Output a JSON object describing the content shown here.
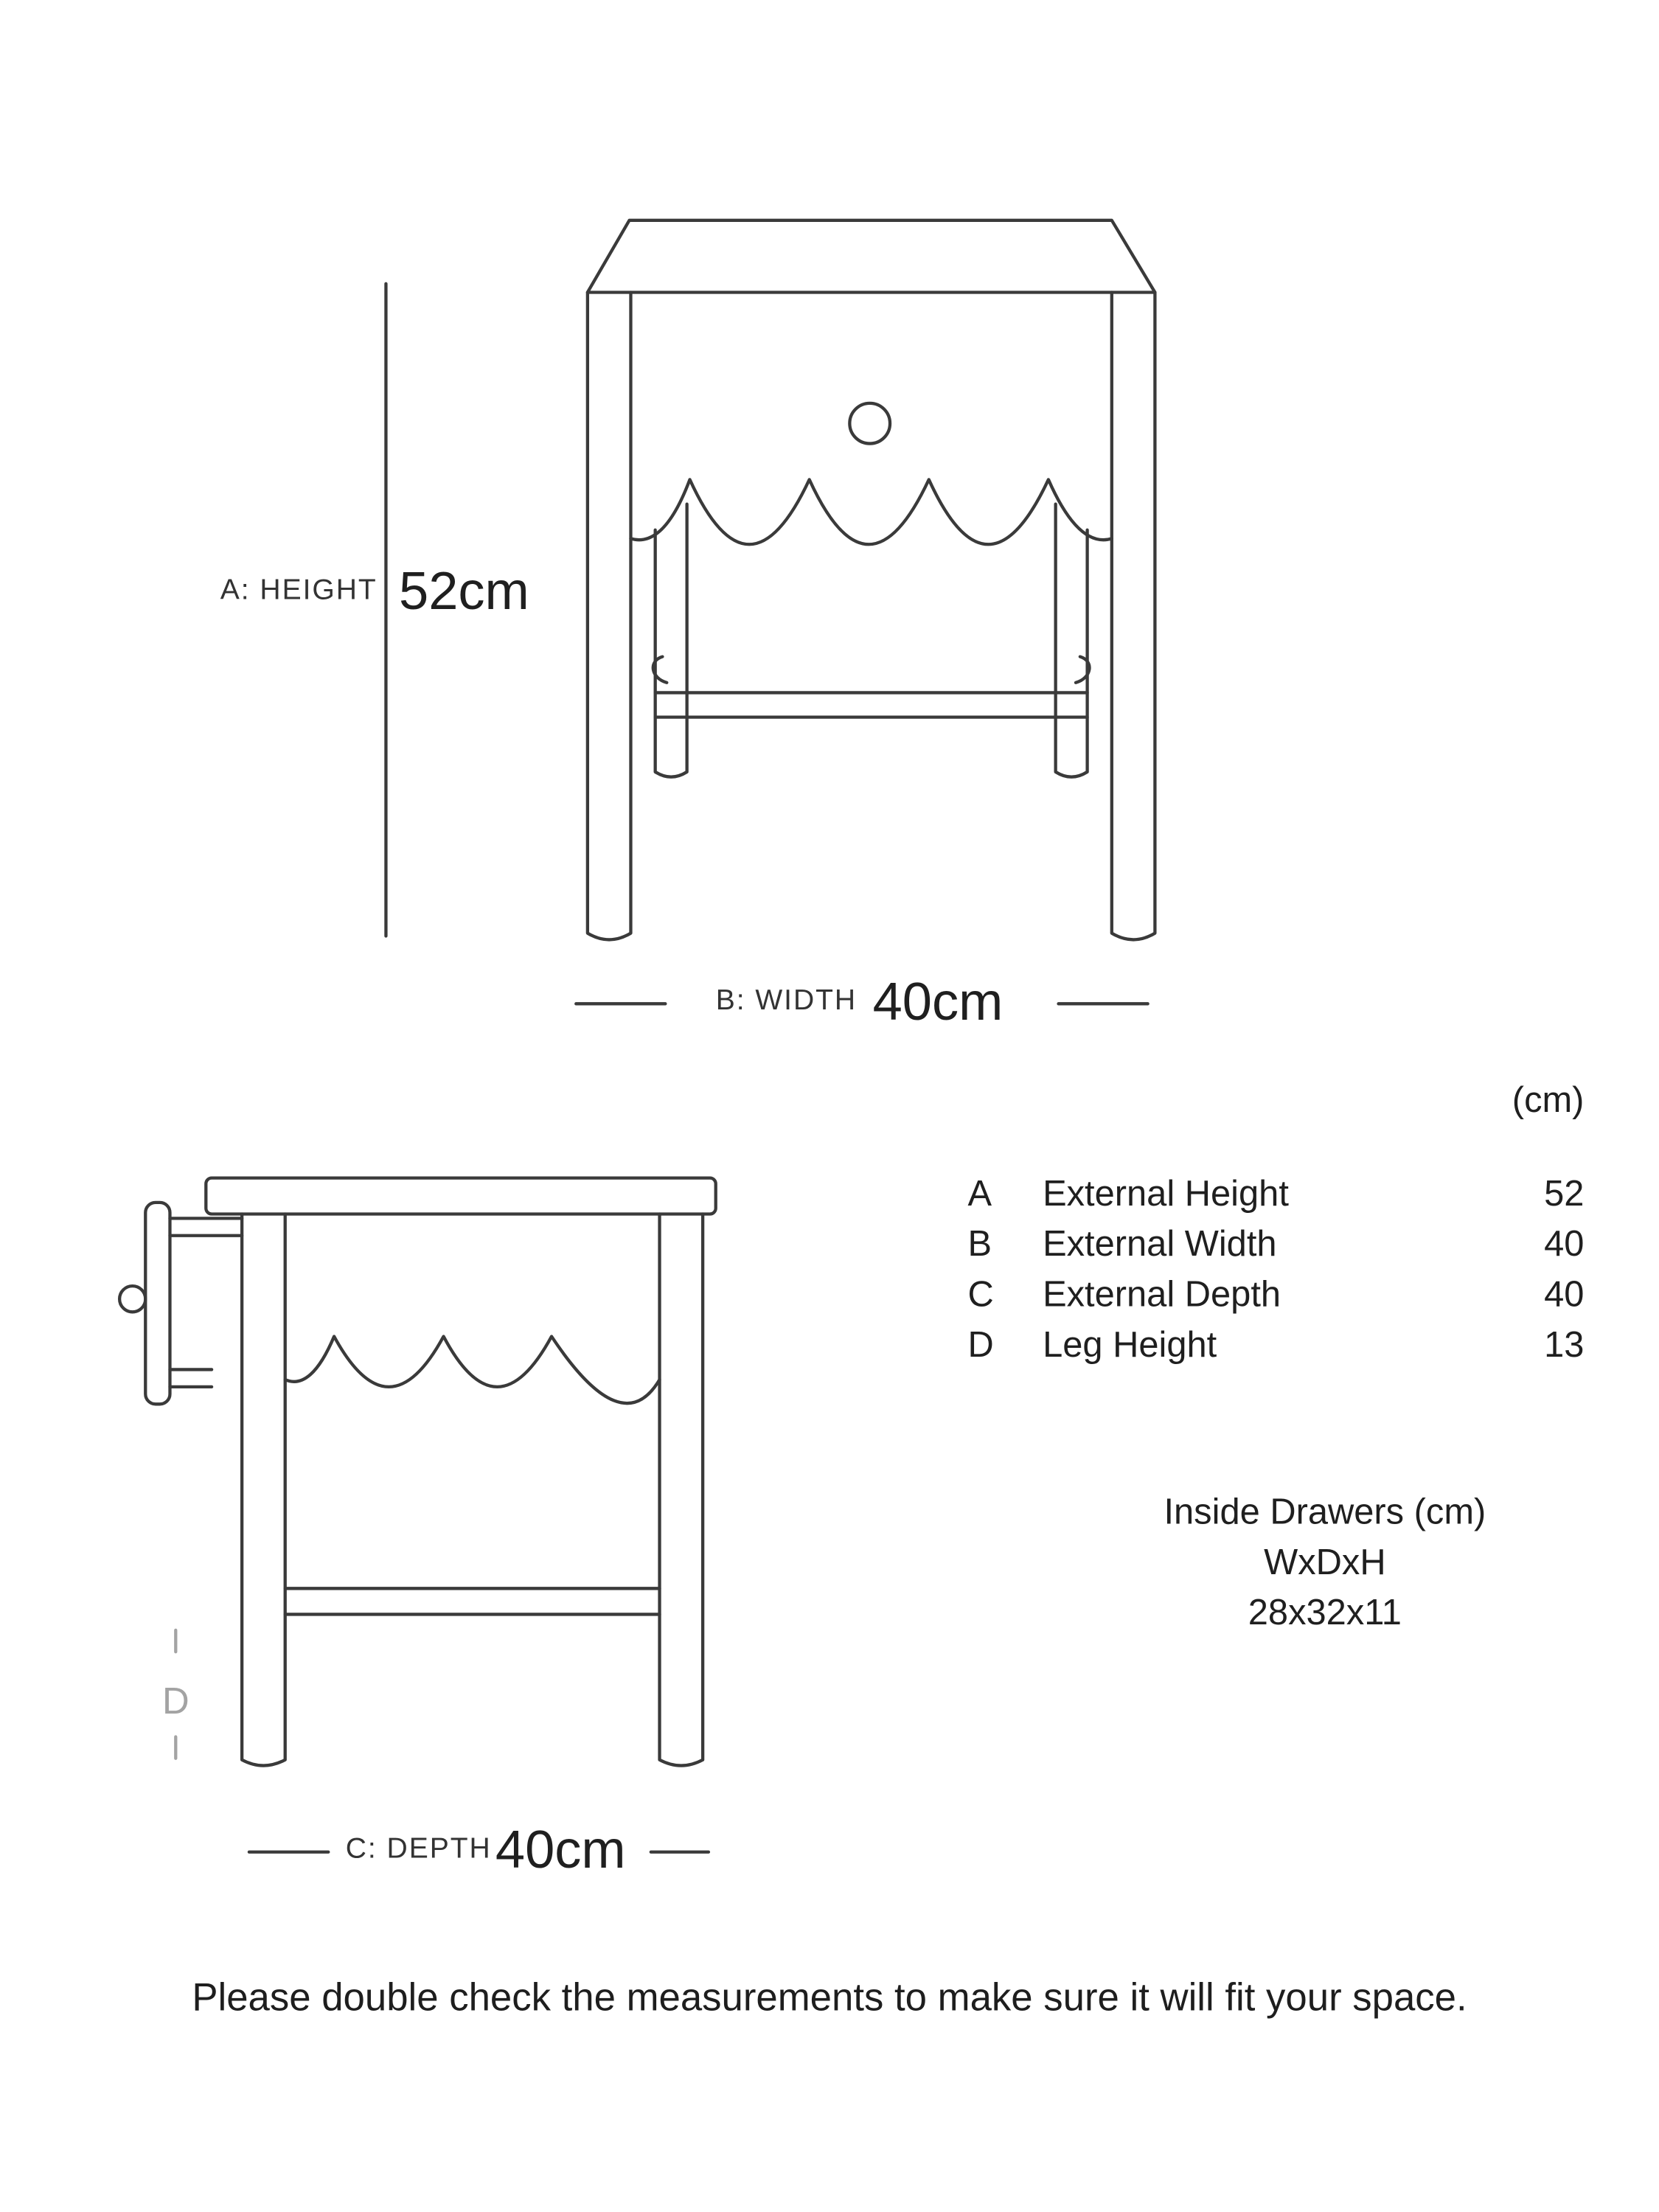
{
  "front_view": {
    "height_dim": {
      "label": "A: HEIGHT",
      "value": "52cm"
    },
    "width_dim": {
      "label": "B: WIDTH",
      "value": "40cm"
    }
  },
  "side_view": {
    "depth_dim": {
      "label": "C: DEPTH",
      "value": "40cm"
    },
    "leg_marker": "D"
  },
  "spec_table": {
    "unit_header": "(cm)",
    "rows": [
      {
        "key": "A",
        "label": "External Height",
        "value": "52"
      },
      {
        "key": "B",
        "label": "External Width",
        "value": "40"
      },
      {
        "key": "C",
        "label": "External Depth",
        "value": "40"
      },
      {
        "key": "D",
        "label": "Leg Height",
        "value": "13"
      }
    ]
  },
  "inside_drawers": {
    "title": "Inside Drawers (cm)",
    "format": "WxDxH",
    "size": "28x32x11"
  },
  "footer_note": "Please double check the measurements to make sure it will fit your space.",
  "colors": {
    "line": "#3a3a3a",
    "muted": "#a3a3a3",
    "background": "#ffffff"
  }
}
